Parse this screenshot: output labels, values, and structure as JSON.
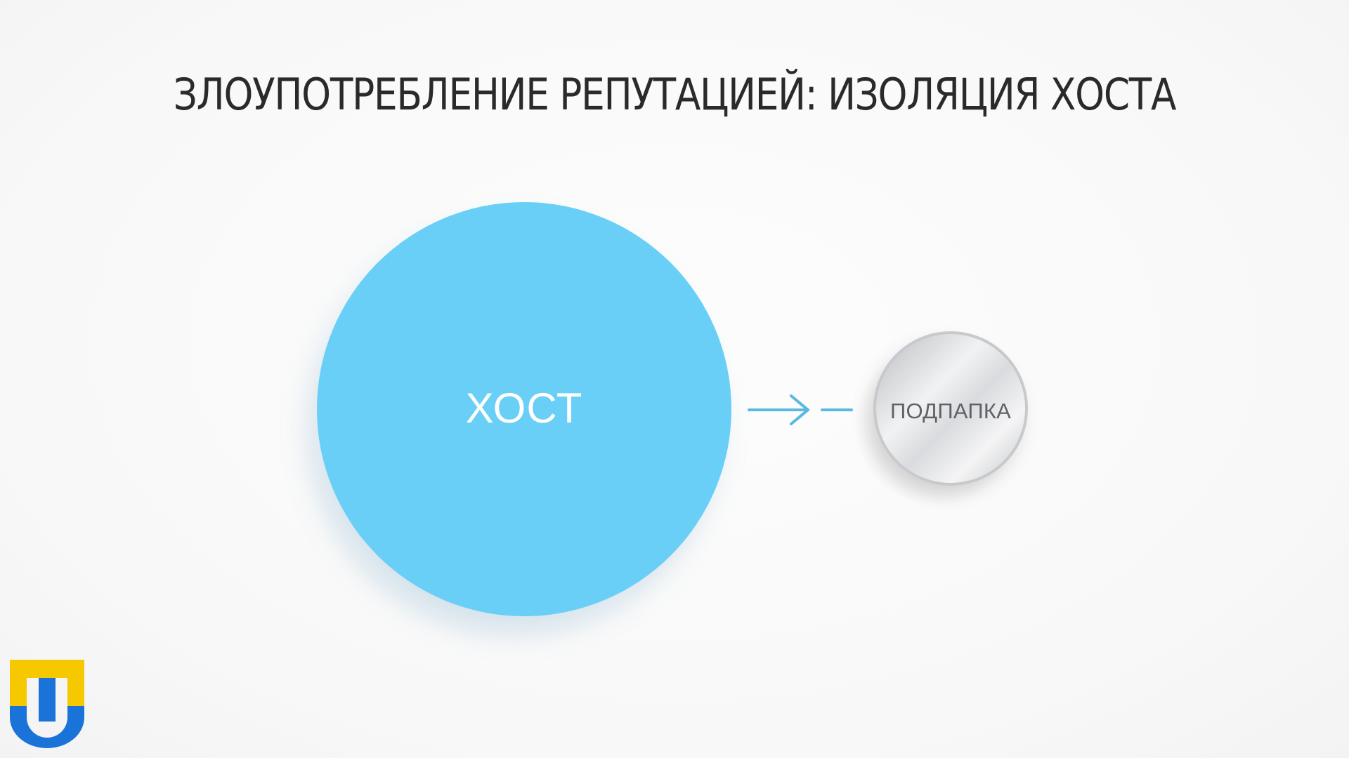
{
  "slide": {
    "title": "ЗЛОУПОТРЕБЛЕНИЕ РЕПУТАЦИЕЙ: ИЗОЛЯЦИЯ ХОСТА"
  },
  "diagram": {
    "nodes": [
      {
        "id": "host",
        "label": "ХОСТ",
        "color": "#69cff6"
      },
      {
        "id": "subfolder",
        "label": "ПОДПАПКА",
        "color": "#d9dbde"
      }
    ],
    "edges": [
      {
        "from": "host",
        "to": "subfolder",
        "style": "arrow then broken line",
        "color": "#5bb8e0"
      }
    ]
  },
  "branding": {
    "logo_icon": "university-logo-icon",
    "logo_colors": [
      "#f6c800",
      "#1a73d9"
    ]
  }
}
